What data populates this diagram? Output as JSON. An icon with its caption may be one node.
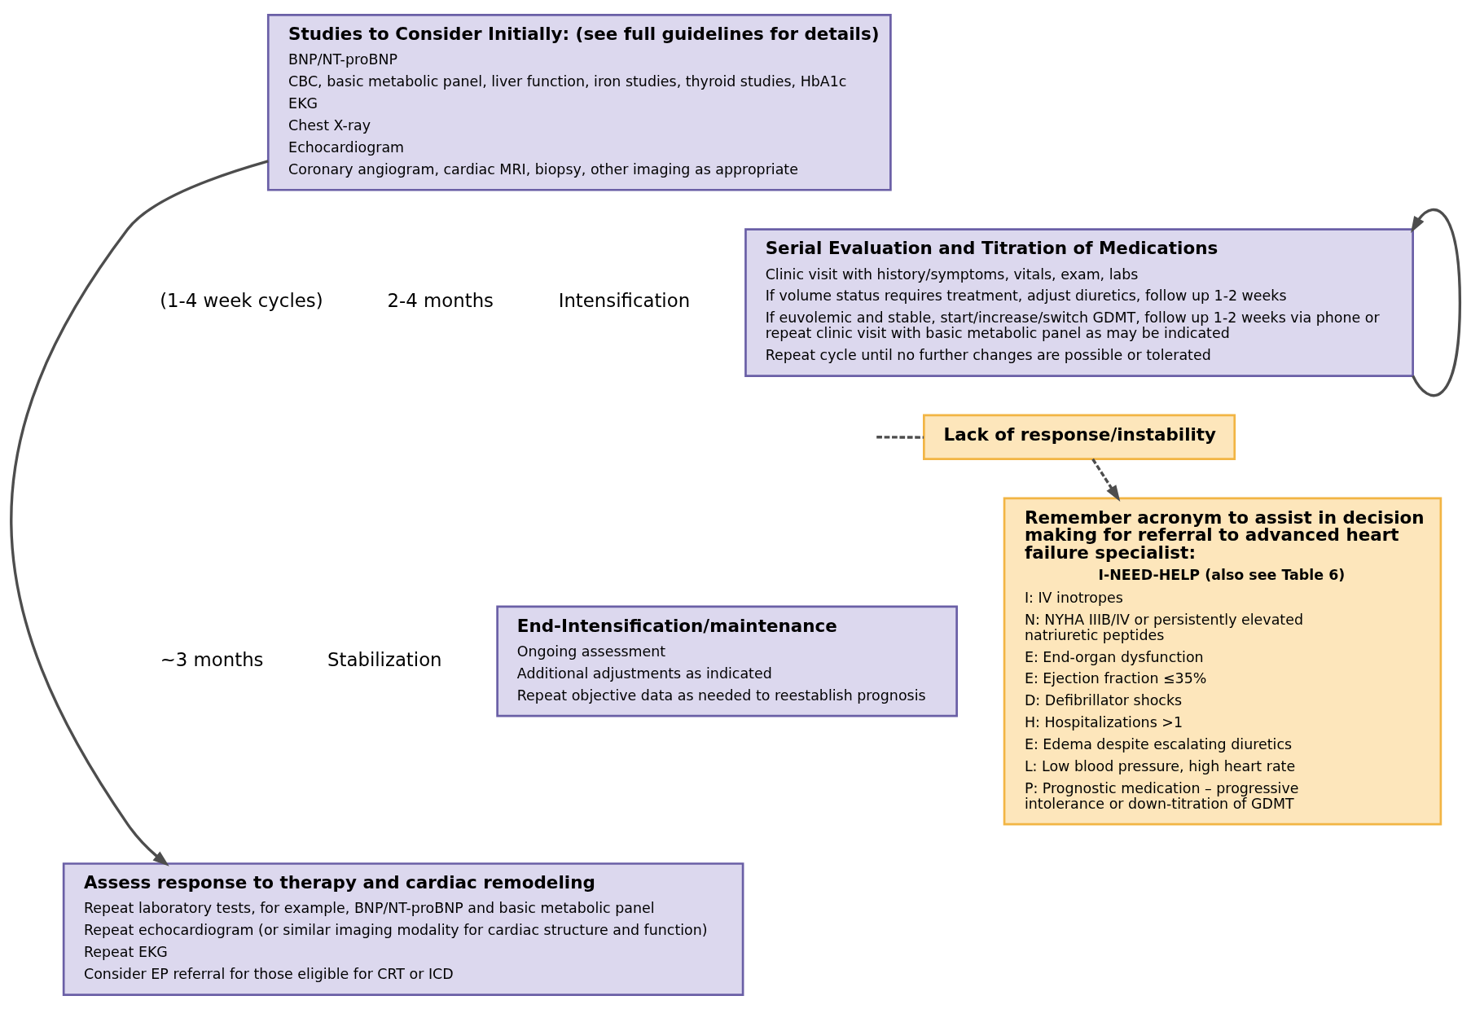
{
  "diagram": {
    "nodes": [
      {
        "text": [
          "Studies to Consider Initially: (see full guidelines for details)",
          "BNP/NT-proBNP",
          "CBC, basic metabolic panel, liver function, iron studies, thyroid studies, HbA1c",
          "EKG",
          "Chest X-ray",
          "Echocardiogram",
          "Coronary angiogram, cardiac MRI, biopsy, other imaging as appropriate"
        ]
      },
      {
        "text": [
          "Serial Evaluation and Titration of Medications",
          "Clinic visit with history/symptoms, vitals, exam, labs",
          "If volume status requires treatment, adjust diuretics, follow up 1-2 weeks",
          "If euvolemic and stable, start/increase/switch GDMT, follow up 1-2 weeks via phone or repeat clinic visit with basic metabolic panel as may be indicated",
          "Repeat cycle until no further changes are possible or tolerated"
        ]
      },
      {
        "text": [
          "Lack of response/instability"
        ]
      },
      {
        "text": [
          "End-Intensification/maintenance",
          "Ongoing assessment",
          "Additional adjustments as indicated",
          "Repeat objective data as needed to reestablish prognosis"
        ]
      },
      {
        "text": [
          "Assess response to therapy and cardiac remodeling",
          "Repeat laboratory tests, for example, BNP/NT-proBNP and basic metabolic panel",
          "Repeat echocardiogram (or similar imaging modality for cardiac structure and function)",
          "Repeat EKG",
          "Consider EP referral for those eligible for CRT or ICD"
        ]
      },
      {
        "text": [
          "Remember acronym to assist in decision making for referral to advanced heart failure specialist:",
          "I-NEED-HELP (also see Table 6)",
          "I: IV inotropes",
          "N: NYHA IIIB/IV or persistently elevated natriuretic peptides",
          "E: End-organ dysfunction",
          "E: Ejection fraction ≤35%",
          "D: Defibrillator shocks",
          "H: Hospitalizations >1",
          "E: Edema despite escalating diuretics",
          "L: Low blood pressure, high heart rate",
          "P: Prognostic medication – progressive intolerance or down-titration of GDMT"
        ]
      }
    ],
    "edges": [
      {
        "from": 0,
        "to": 4,
        "arrow": "to"
      },
      {
        "from": 1,
        "to": 1,
        "arrow": "to"
      },
      {
        "from": null,
        "to": 2,
        "arrow": "none",
        "style": "dashed"
      },
      {
        "from": 2,
        "to": 5,
        "arrow": "to",
        "style": "dashed"
      }
    ],
    "labels": [
      "Intensification",
      "2-4 months",
      "(1-4 week cycles)",
      "Stabilization",
      "~3 months"
    ]
  }
}
